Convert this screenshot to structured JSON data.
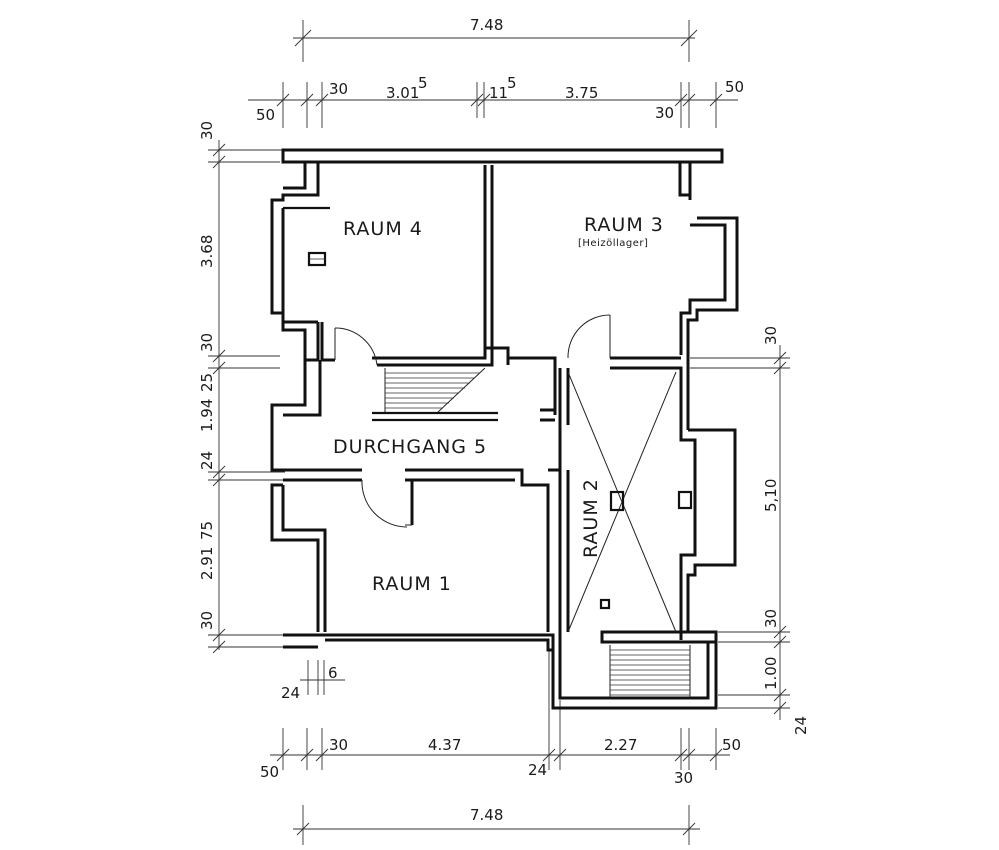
{
  "rooms": {
    "raum4": "RAUM 4",
    "raum3": "RAUM 3",
    "raum3_note": "[Heizöllager]",
    "durchgang": "DURCHGANG 5",
    "raum2": "RAUM 2",
    "raum1": "RAUM 1"
  },
  "dimensions": {
    "top_total": "7.48",
    "top_50_left": "50",
    "top_30_left": "30",
    "top_301": "3.01",
    "top_301_sup": "5",
    "top_11": "11",
    "top_11_sup": "5",
    "top_375": "3.75",
    "top_30_right": "30",
    "top_50_right": "50",
    "left_30_top": "30",
    "left_368": "3.68",
    "left_30_mid": "30",
    "left_194": "1.94",
    "left_194_sup": "25",
    "left_24": "24",
    "left_291": "2.91",
    "left_291_sup": "75",
    "left_30_bottom": "30",
    "right_30_top": "30",
    "right_510": "5,10",
    "right_30_bottom": "30",
    "right_100": "1.00",
    "right_24": "24",
    "bottom_24_a": "24",
    "bottom_6": "6",
    "bottom_50_left": "50",
    "bottom_30_left": "30",
    "bottom_437": "4.37",
    "bottom_24_mid": "24",
    "bottom_227": "2.27",
    "bottom_50_right": "50",
    "bottom_30_right": "30",
    "bottom_total": "7.48"
  }
}
